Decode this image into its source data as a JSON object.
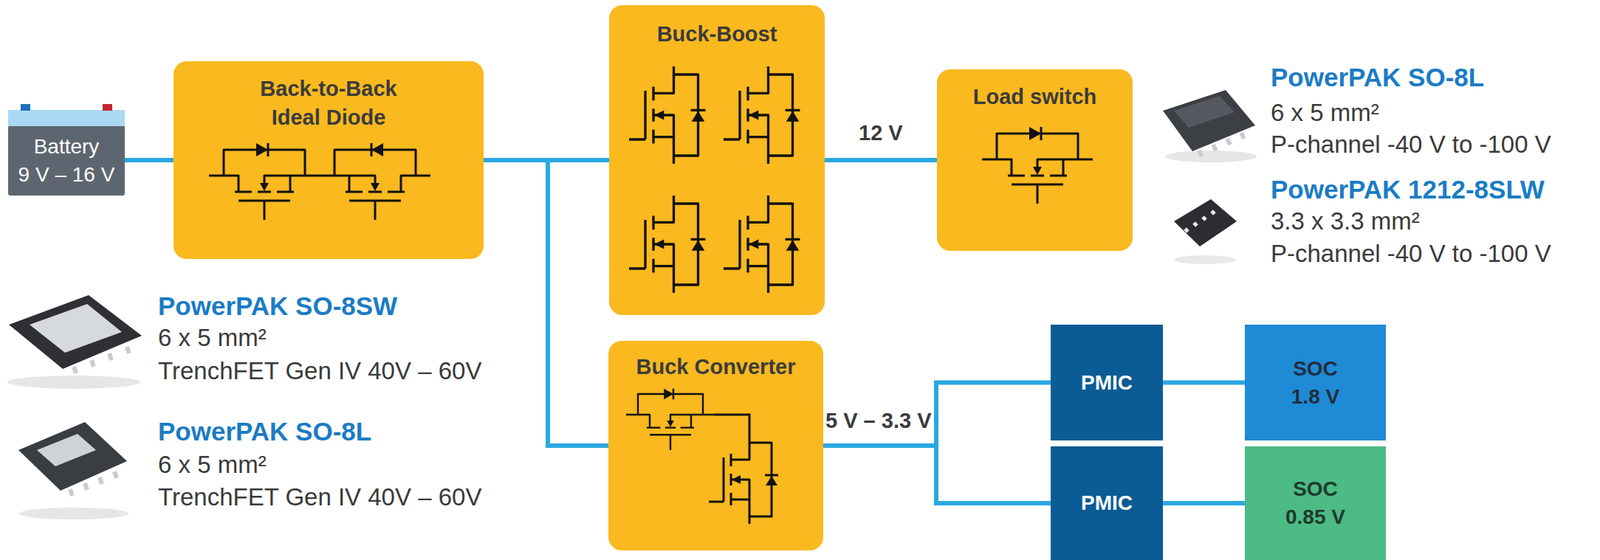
{
  "diagram": {
    "nodes": [
      {
        "text": [
          "Battery",
          "9 V – 16 V"
        ]
      },
      {
        "text": [
          "Back-to-Back Ideal Diode"
        ]
      },
      {
        "text": [
          "Buck-Boost"
        ]
      },
      {
        "text": [
          "Load switch"
        ]
      },
      {
        "text": [
          "Buck Converter"
        ]
      },
      {
        "text": [
          "PMIC"
        ]
      },
      {
        "text": [
          "SOC",
          "1.8 V"
        ]
      },
      {
        "text": [
          "PMIC"
        ]
      },
      {
        "text": [
          "SOC",
          "0.85 V"
        ]
      }
    ],
    "edges": [
      {
        "from": 0,
        "to": 1,
        "arrow": "none"
      },
      {
        "from": 1,
        "to": 2,
        "arrow": "none"
      },
      {
        "from": 1,
        "to": 4,
        "arrow": "none"
      },
      {
        "from": 2,
        "to": 3,
        "label": "12 V",
        "arrow": "none"
      },
      {
        "from": 4,
        "to": 5,
        "label": "5 V – 3.3 V",
        "arrow": "none"
      },
      {
        "from": 4,
        "to": 7,
        "arrow": "none"
      },
      {
        "from": 5,
        "to": 6,
        "arrow": "none"
      },
      {
        "from": 7,
        "to": 8,
        "arrow": "none"
      }
    ],
    "labels": [
      "PowerPAK SO-8L",
      "6 x 5 mm²",
      "P-channel -40 V to -100 V",
      "PowerPAK 1212-8SLW",
      "3.3 x 3.3 mm²",
      "P-channel -40 V to -100 V",
      "PowerPAK SO-8SW",
      "6 x 5 mm²",
      "TrenchFET Gen IV 40V – 60V",
      "PowerPAK SO-8L",
      "6 x 5 mm²",
      "TrenchFET Gen IV 40V – 60V"
    ]
  }
}
